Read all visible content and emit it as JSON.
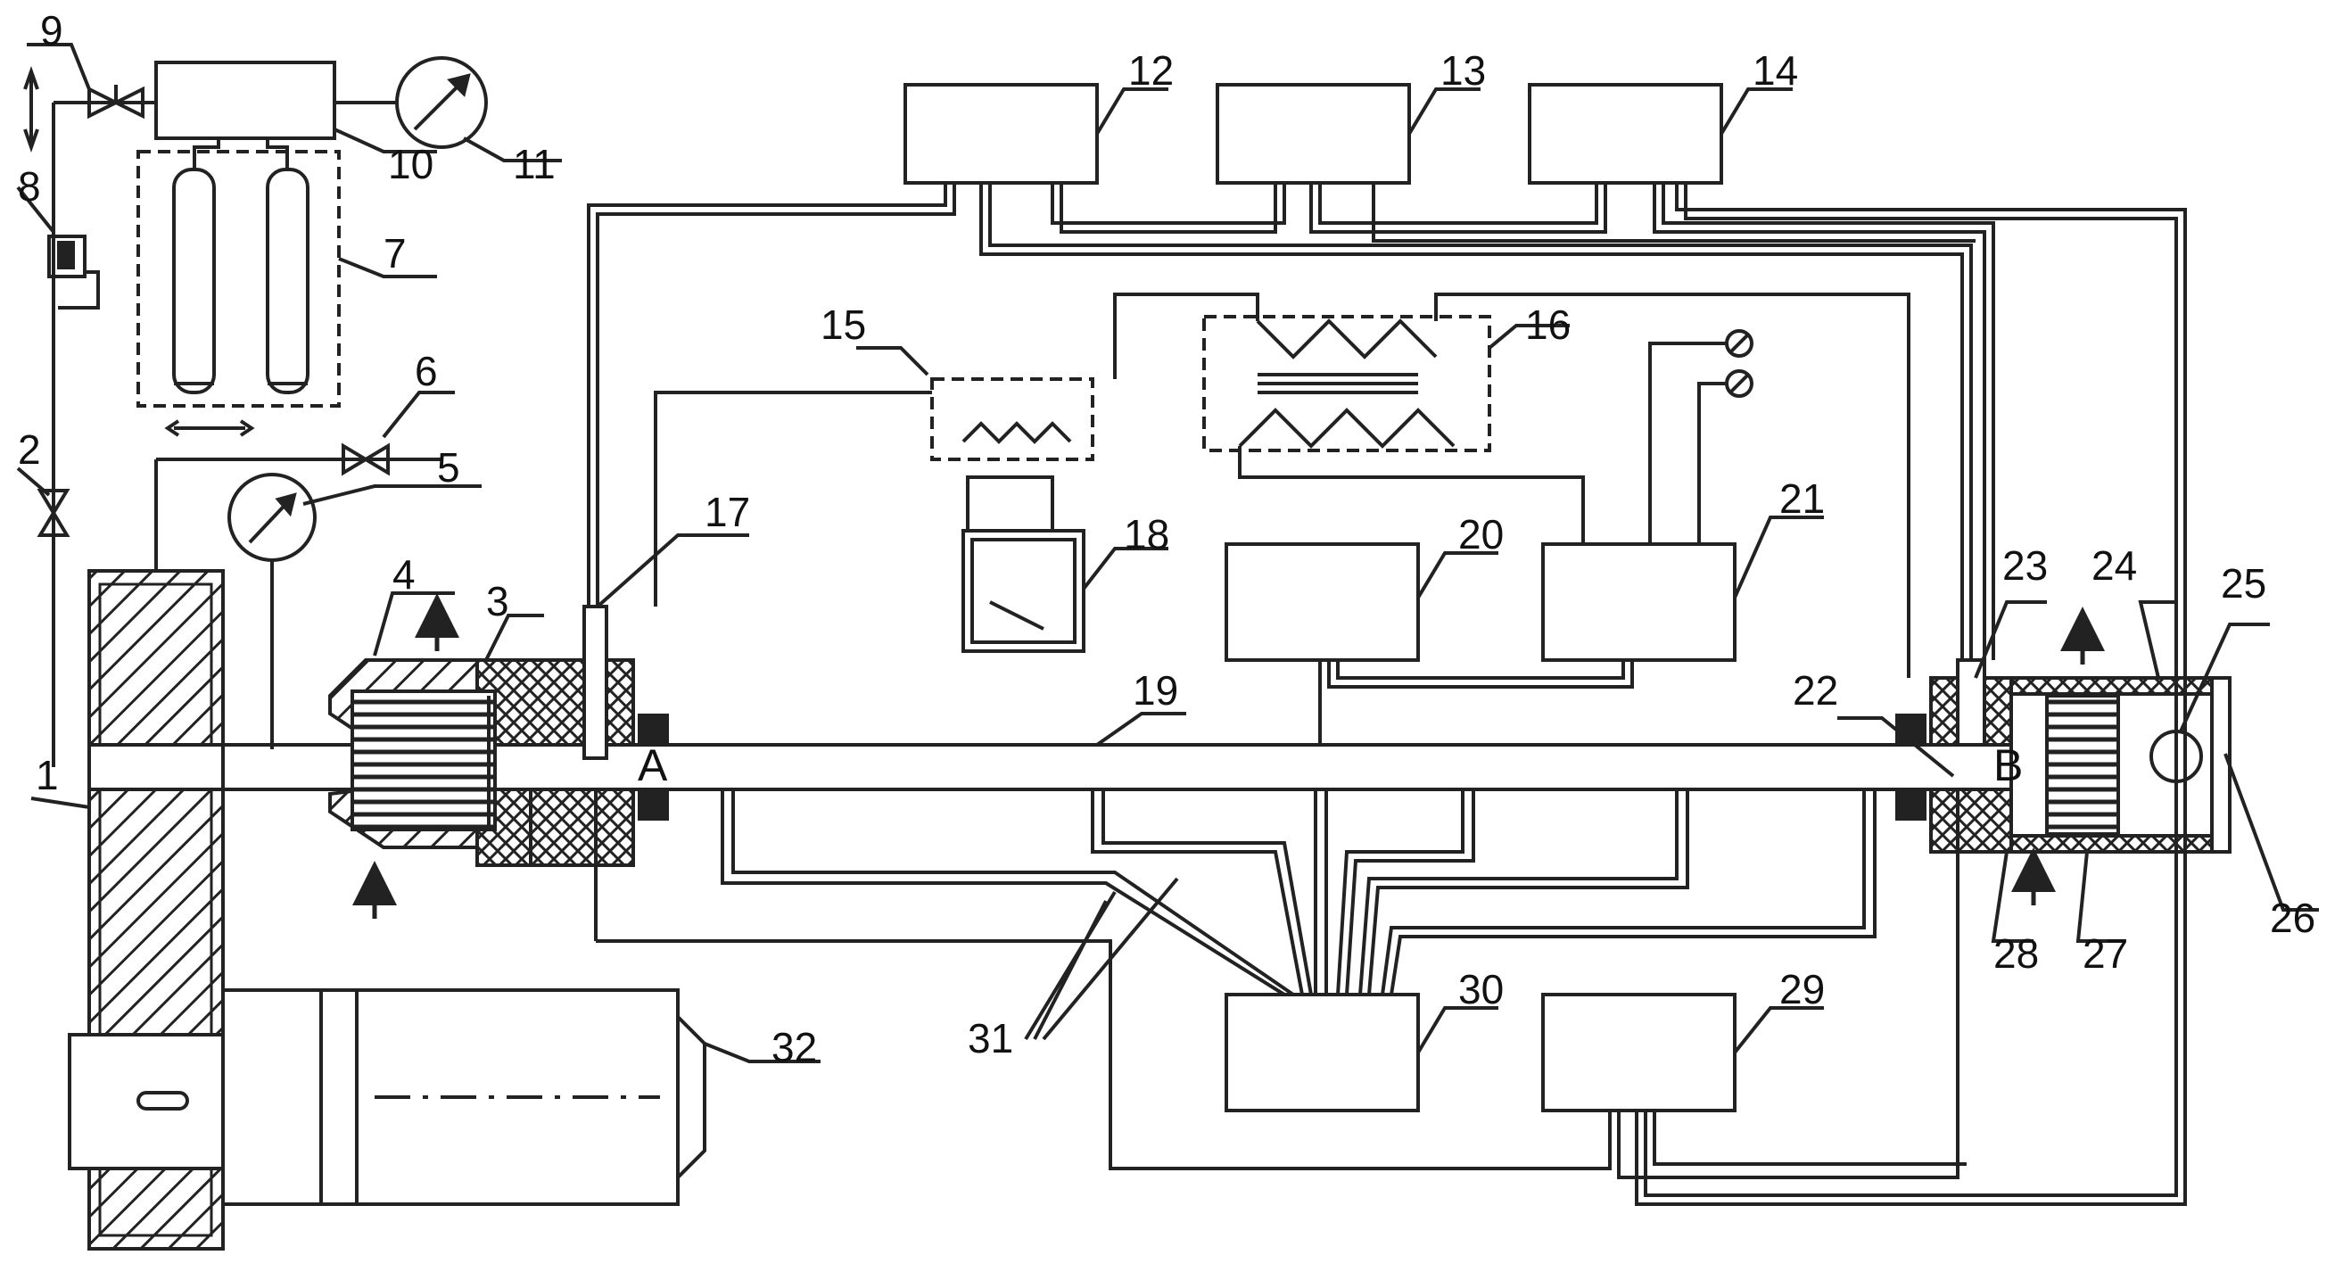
{
  "diagram": {
    "line_color": "#222222",
    "background": "#ffffff",
    "labels": {
      "n1": "1",
      "n2": "2",
      "n3": "3",
      "n4": "4",
      "n5": "5",
      "n6": "6",
      "n7": "7",
      "n8": "8",
      "n9": "9",
      "n10": "10",
      "n11": "11",
      "n12": "12",
      "n13": "13",
      "n14": "14",
      "n15": "15",
      "n16": "16",
      "n17": "17",
      "n18": "18",
      "n19": "19",
      "n20": "20",
      "n21": "21",
      "n22": "22",
      "n23": "23",
      "n24": "24",
      "n25": "25",
      "n26": "26",
      "n27": "27",
      "n28": "28",
      "n29": "29",
      "n30": "30",
      "n31": "31",
      "n32": "32"
    },
    "points": {
      "a": "A",
      "b": "B"
    }
  }
}
